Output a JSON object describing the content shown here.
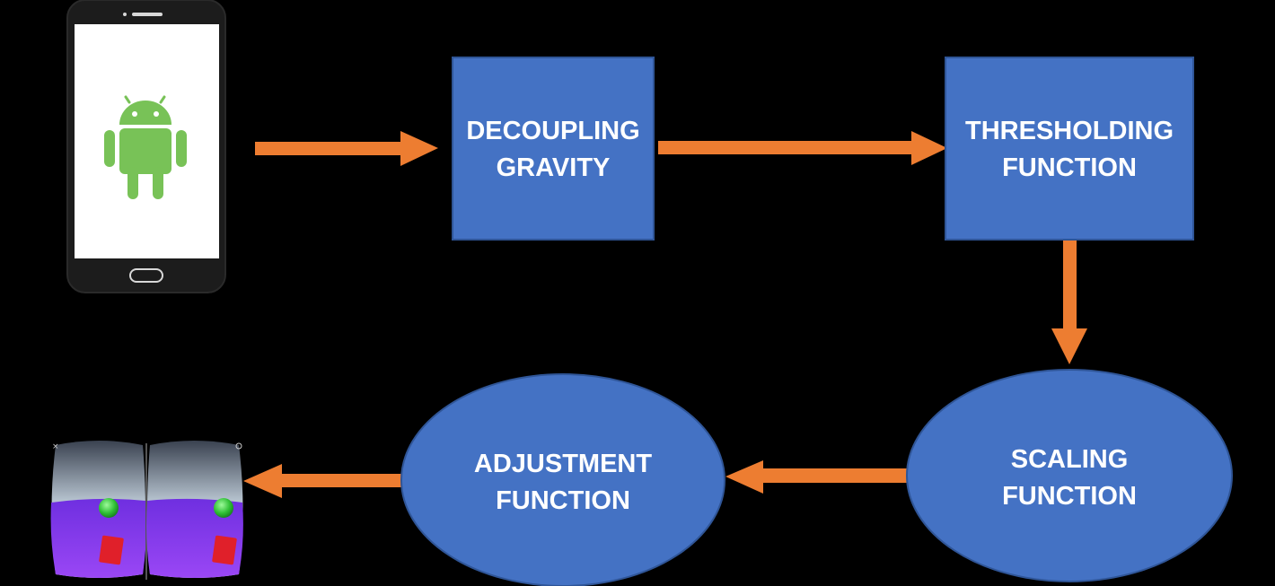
{
  "colors": {
    "background": "#000000",
    "node_fill": "#4472c4",
    "node_stroke": "#2f5597",
    "arrow": "#ed7d31",
    "label": "#ffffff",
    "android_green": "#78c257",
    "phone_body": "#1c1c1c",
    "phone_screen": "#ffffff",
    "vr_sky": "#c9d3dc",
    "vr_floor": "#8a3df0",
    "vr_sphere": "#3cc93c",
    "vr_cube": "#e0202a"
  },
  "icons": {
    "phone": "android-phone-icon",
    "headset_view": "vr-stereo-view-icon"
  },
  "nodes": {
    "decoupling": {
      "line1": "DECOUPLING",
      "line2": "GRAVITY"
    },
    "thresholding": {
      "line1": "THRESHOLDING",
      "line2": "FUNCTION"
    },
    "scaling": {
      "line1": "SCALING",
      "line2": "FUNCTION"
    },
    "adjustment": {
      "line1": "ADJUSTMENT",
      "line2": "FUNCTION"
    }
  },
  "edges": [
    {
      "from": "android-phone",
      "to": "decoupling"
    },
    {
      "from": "decoupling",
      "to": "thresholding"
    },
    {
      "from": "thresholding",
      "to": "scaling"
    },
    {
      "from": "scaling",
      "to": "adjustment"
    },
    {
      "from": "adjustment",
      "to": "vr-view"
    }
  ]
}
